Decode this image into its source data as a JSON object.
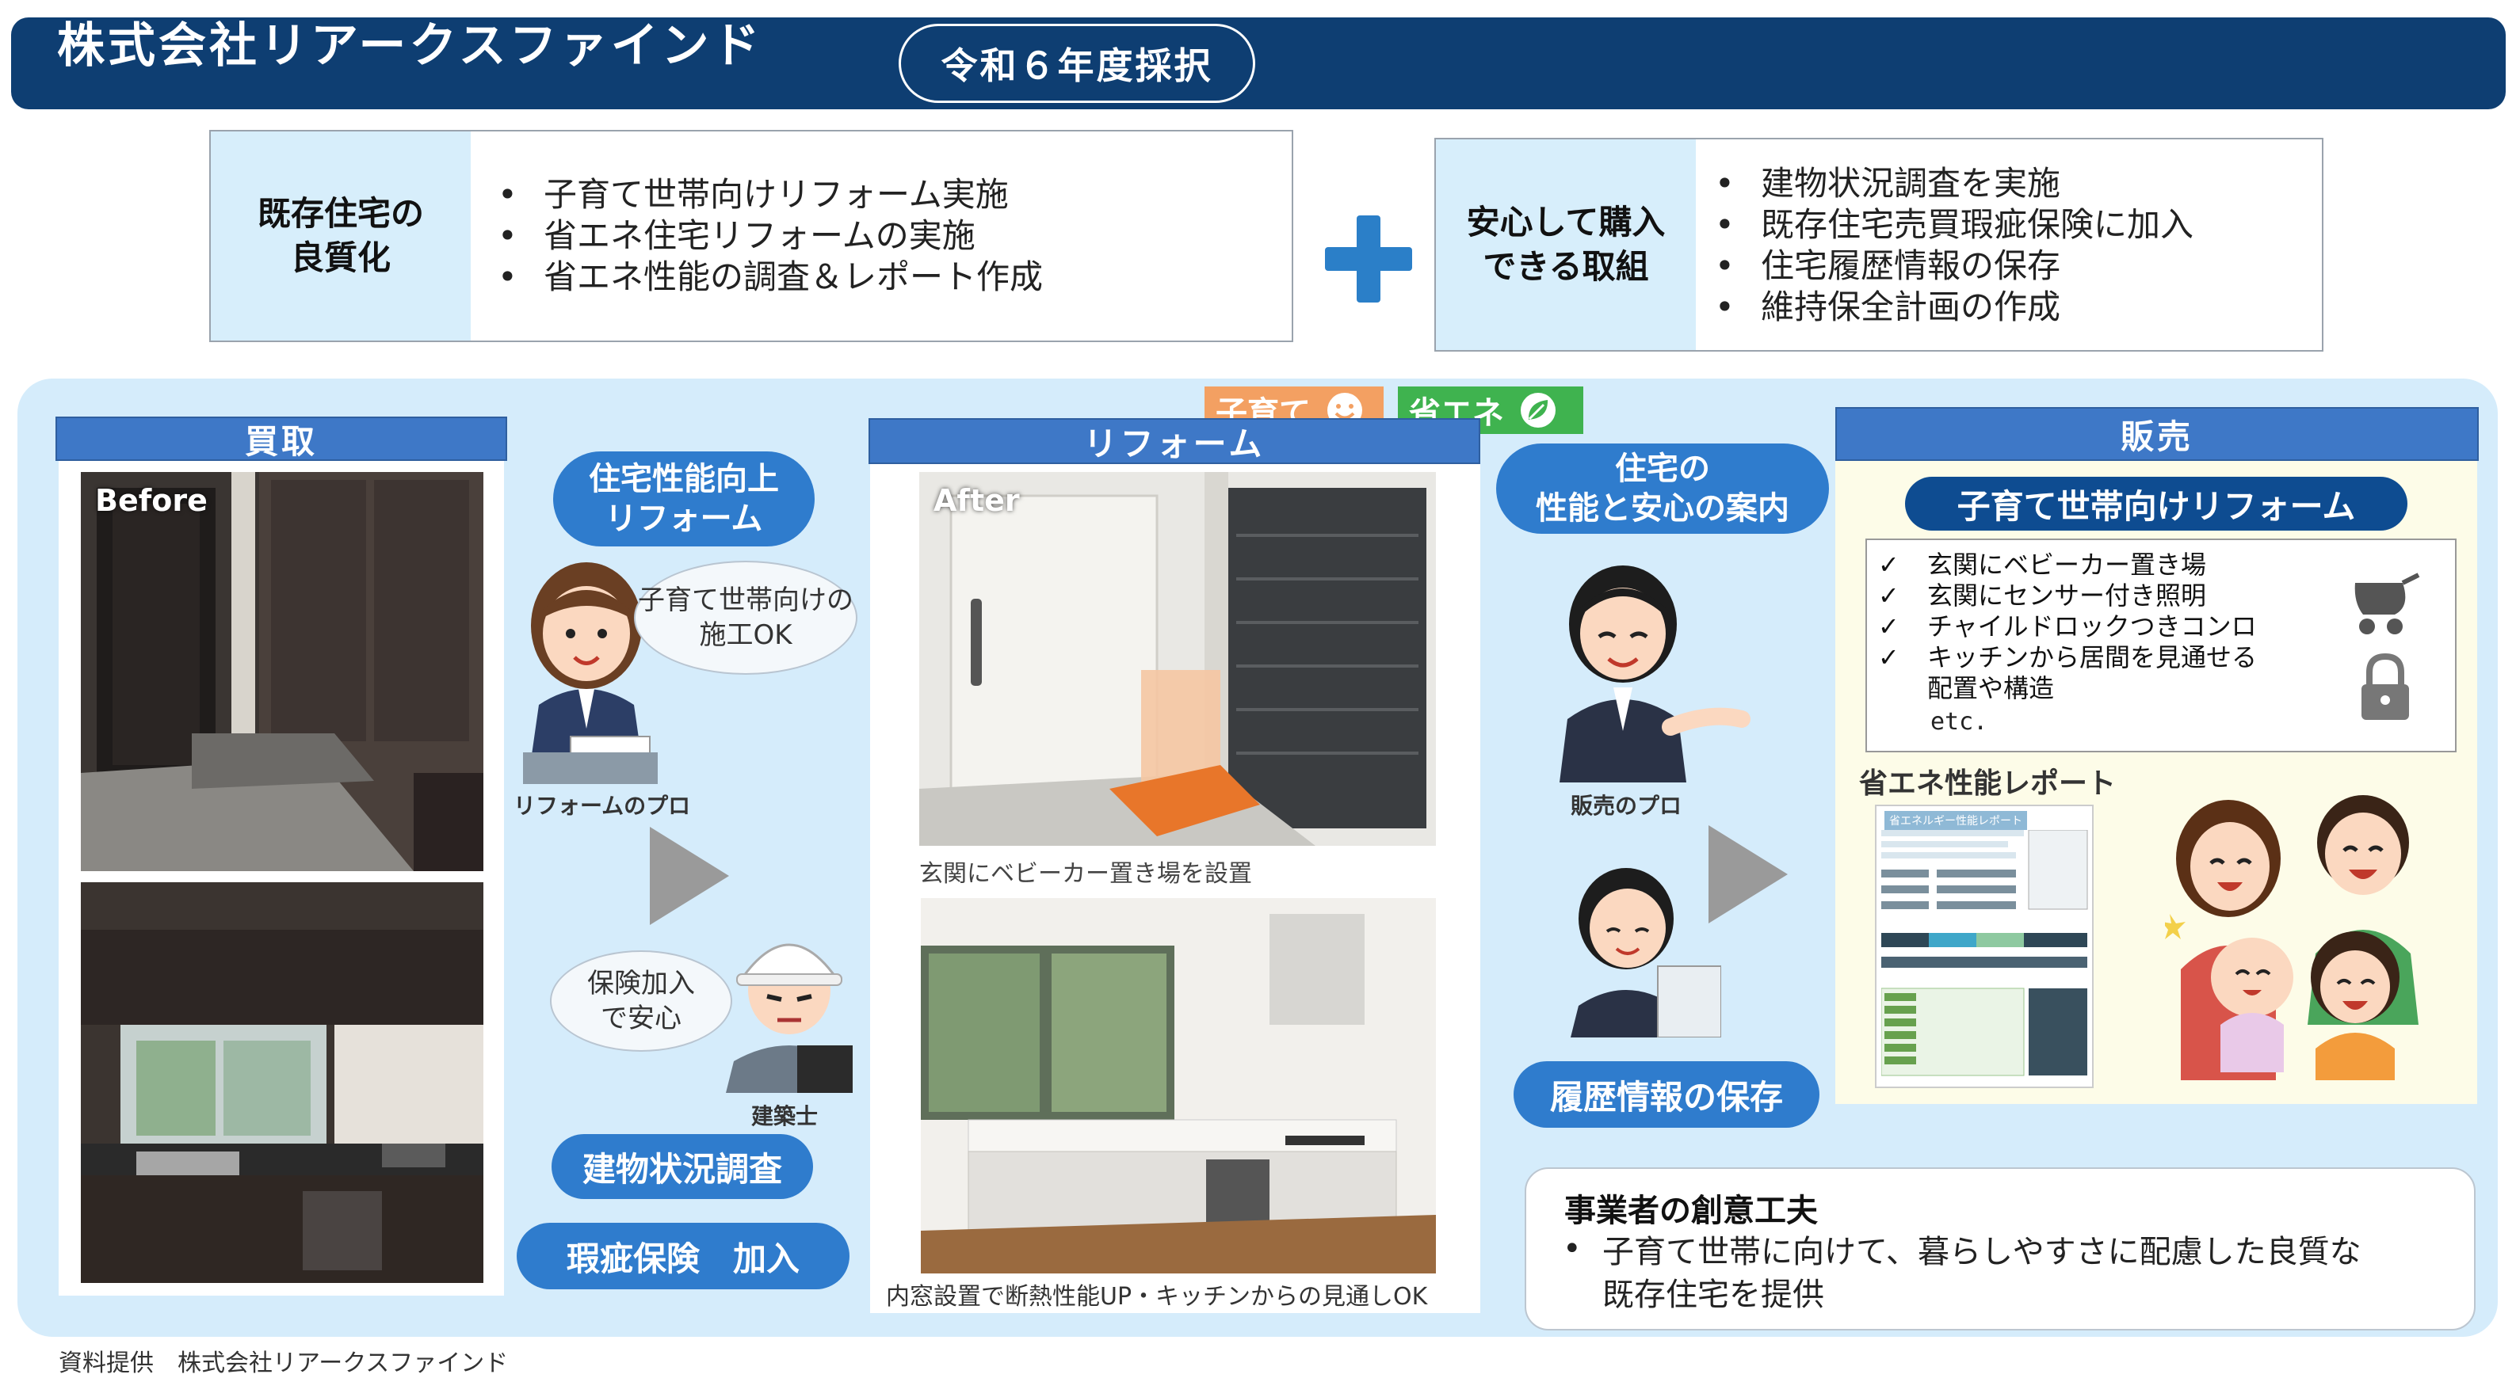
{
  "header": {
    "company": "株式会社リアークスファインド",
    "badge": "令和６年度採択"
  },
  "quality": {
    "label_line1": "既存住宅の",
    "label_line2": "良質化",
    "items": [
      "子育て世帯向けリフォーム実施",
      "省エネ住宅リフォームの実施",
      "省エネ性能の調査＆レポート作成"
    ]
  },
  "assurance": {
    "label_line1": "安心して購入",
    "label_line2": "できる取組",
    "items": [
      "建物状況調査を実施",
      "既存住宅売買瑕疵保険に加入",
      "住宅履歴情報の保存",
      "維持保全計画の作成"
    ]
  },
  "kaitori": {
    "title": "買取",
    "before_label": "Before",
    "pill_line1": "住宅性能向上",
    "pill_line2": "リフォーム",
    "speech1_line1": "子育て世帯向けの",
    "speech1_line2": "施工OK",
    "caption_pro": "リフォームのプロ",
    "speech2_line1": "保険加入",
    "speech2_line2": "で安心",
    "caption_arch": "建築士",
    "inspection": "建物状況調査",
    "insurance": "瑕疵保険　加入"
  },
  "reform": {
    "title": "リフォーム",
    "tag_kosodate": "子育て",
    "tag_shoene": "省エネ",
    "after_label": "After",
    "caption1": "玄関にベビーカー置き場を設置",
    "caption2": "内窓設置で断熱性能UP・キッチンからの見通しOK"
  },
  "middle": {
    "pill_line1": "住宅の",
    "pill_line2": "性能と安心の案内",
    "caption_sales": "販売のプロ",
    "history": "履歴情報の保存"
  },
  "sales": {
    "title": "販売",
    "pill": "子育て世帯向けリフォーム",
    "checks": [
      "玄関にベビーカー置き場",
      "玄関にセンサー付き照明",
      "チャイルドロックつきコンロ",
      "キッチンから居間を見通せる"
    ],
    "check_cont1": "配置や構造",
    "check_cont2": "etc.",
    "report_title": "省エネ性能レポート",
    "report_header": "省エネルギー性能レポート"
  },
  "creative": {
    "title": "事業者の創意工夫",
    "line1": "子育て世帯に向けて、暮らしやすさに配慮した良質な",
    "line2": "既存住宅を提供"
  },
  "footer": {
    "source": "資料提供　株式会社リアークスファインド"
  },
  "colors": {
    "navy": "#0e3e72",
    "blue": "#2f7ccd",
    "section_blue": "#3e78c7",
    "light_blue": "#d5ecfb",
    "orange": "#f3a062",
    "green": "#3fb34f"
  }
}
